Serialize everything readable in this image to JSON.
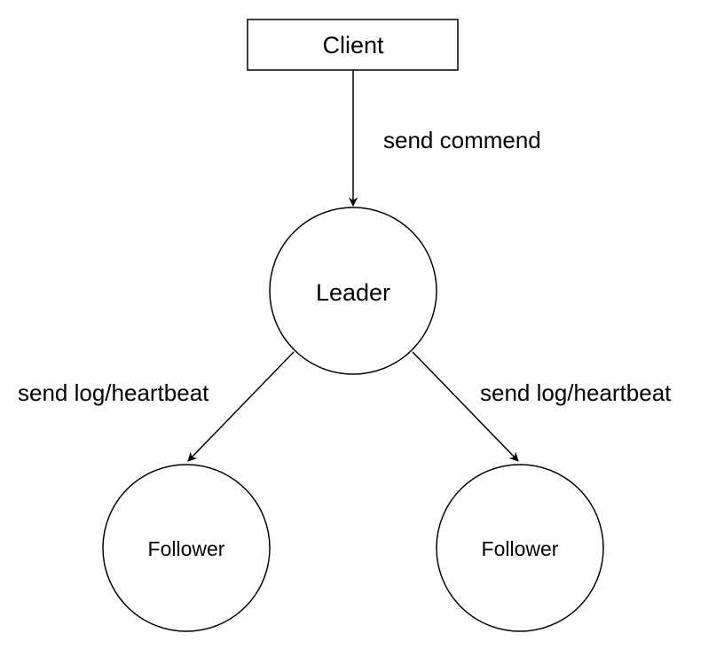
{
  "diagram": {
    "nodes": {
      "client": {
        "label": "Client",
        "shape": "rectangle"
      },
      "leader": {
        "label": "Leader",
        "shape": "circle"
      },
      "follower_left": {
        "label": "Follower",
        "shape": "circle"
      },
      "follower_right": {
        "label": "Follower",
        "shape": "circle"
      }
    },
    "edges": {
      "client_to_leader": {
        "label": "send commend",
        "from": "client",
        "to": "leader"
      },
      "leader_to_follower_left": {
        "label": "send log/heartbeat",
        "from": "leader",
        "to": "follower_left"
      },
      "leader_to_follower_right": {
        "label": "send log/heartbeat",
        "from": "leader",
        "to": "follower_right"
      }
    },
    "colors": {
      "stroke": "#000000",
      "fill": "#ffffff",
      "text": "#000000"
    }
  }
}
